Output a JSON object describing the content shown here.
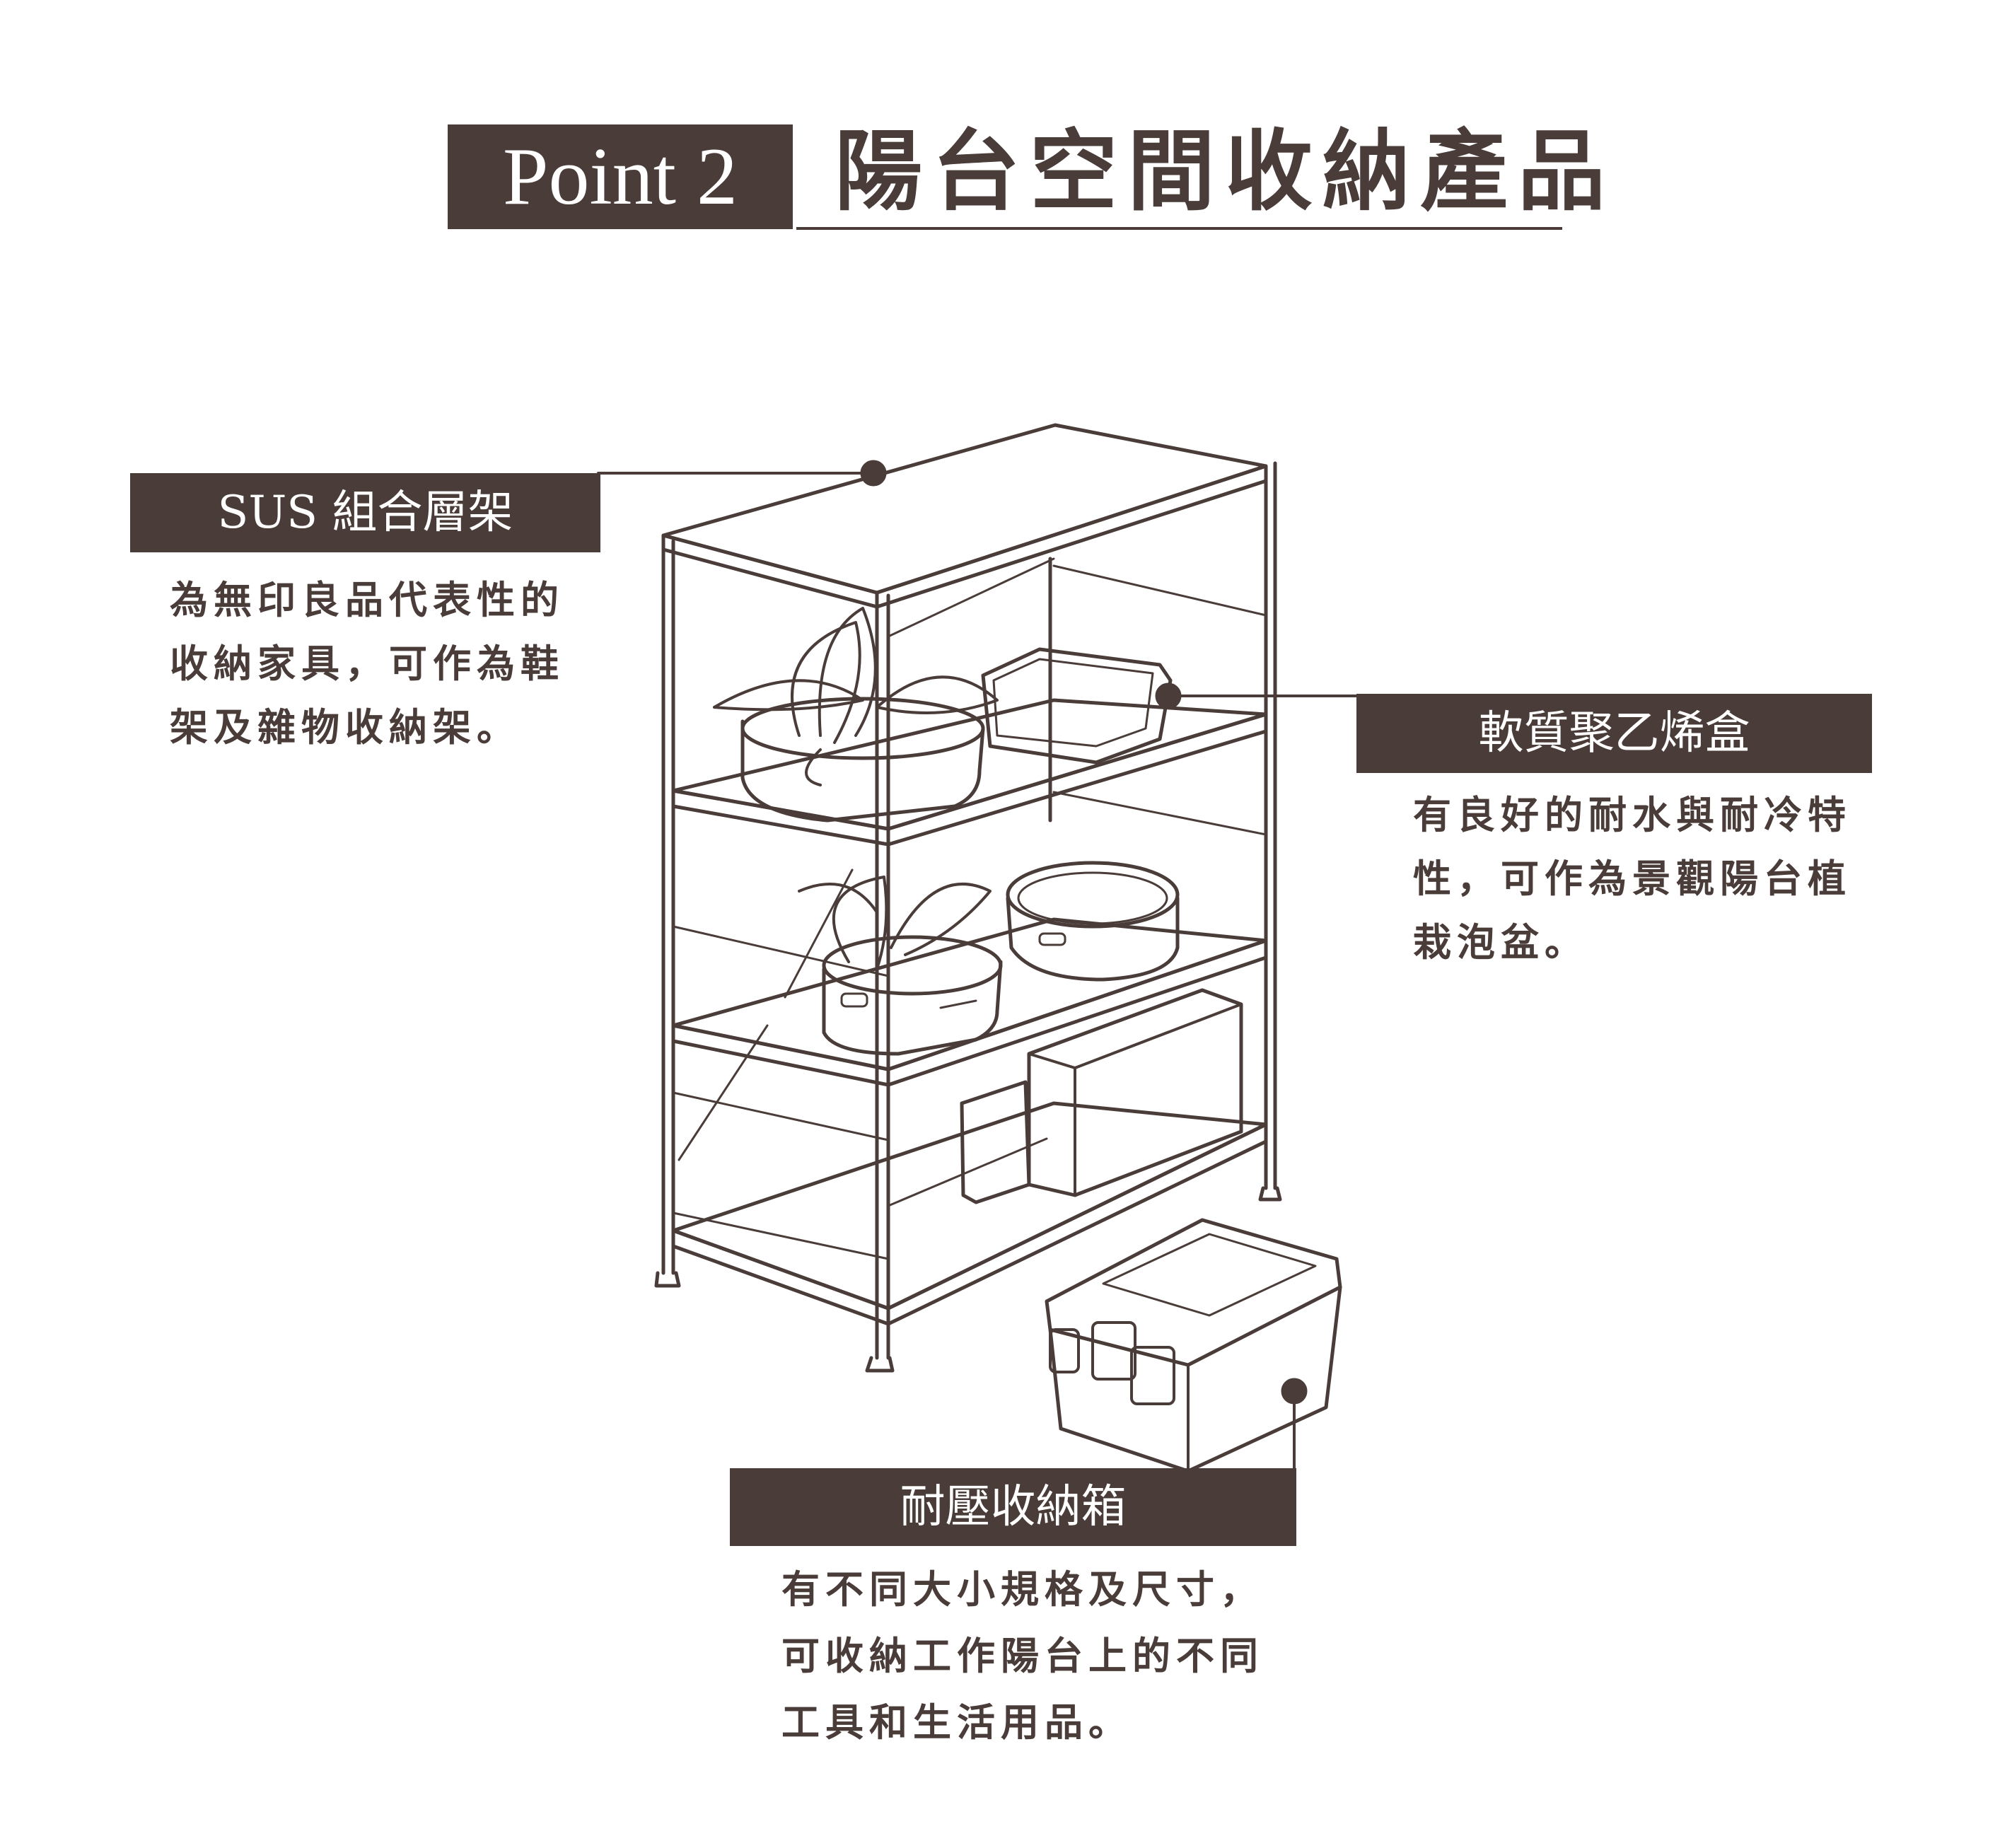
{
  "header": {
    "badge": "Point 2",
    "title": "陽台空間收納產品"
  },
  "callouts": [
    {
      "label": "SUS 組合層架",
      "lines": [
        "為無印良品代表性的",
        "收納家具，可作為鞋",
        "架及雜物收納架。"
      ]
    },
    {
      "label": "軟質聚乙烯盒",
      "lines": [
        "有良好的耐水與耐冷特",
        "性，可作為景觀陽台植",
        "栽泡盆。"
      ]
    },
    {
      "label": "耐壓收納箱",
      "lines": [
        "有不同大小規格及尺寸，",
        "可收納工作陽台上的不同",
        "工具和生活用品。"
      ]
    }
  ],
  "colors": {
    "brand": "#4a3c38",
    "background": "#ffffff"
  }
}
